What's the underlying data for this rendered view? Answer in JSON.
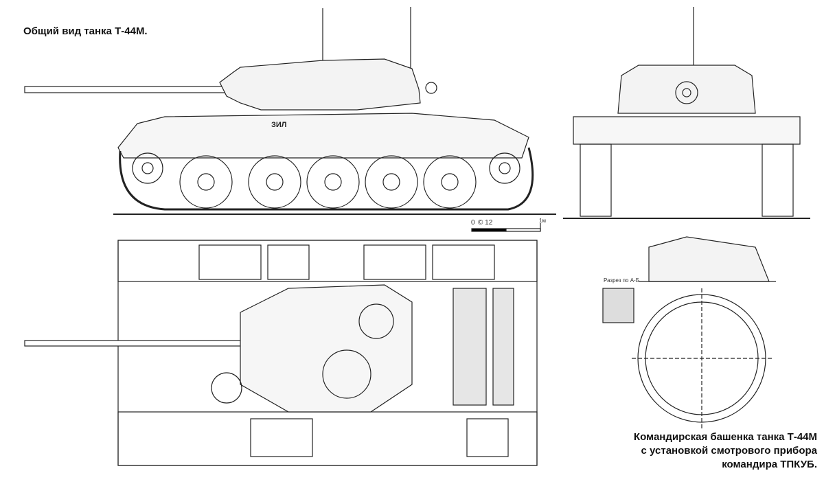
{
  "title": "Общий вид танка Т-44М.",
  "side_view": {
    "hull_marking": "ЗИЛ"
  },
  "scale_bar": {
    "zero": "0",
    "signature": "© 12",
    "end": "1м"
  },
  "section_label": "Разрез по А-Б",
  "caption": {
    "line1": "Командирская башенка танка Т-44М",
    "line2": "с установкой смотрового прибора",
    "line3": "командира ТПКУБ."
  }
}
